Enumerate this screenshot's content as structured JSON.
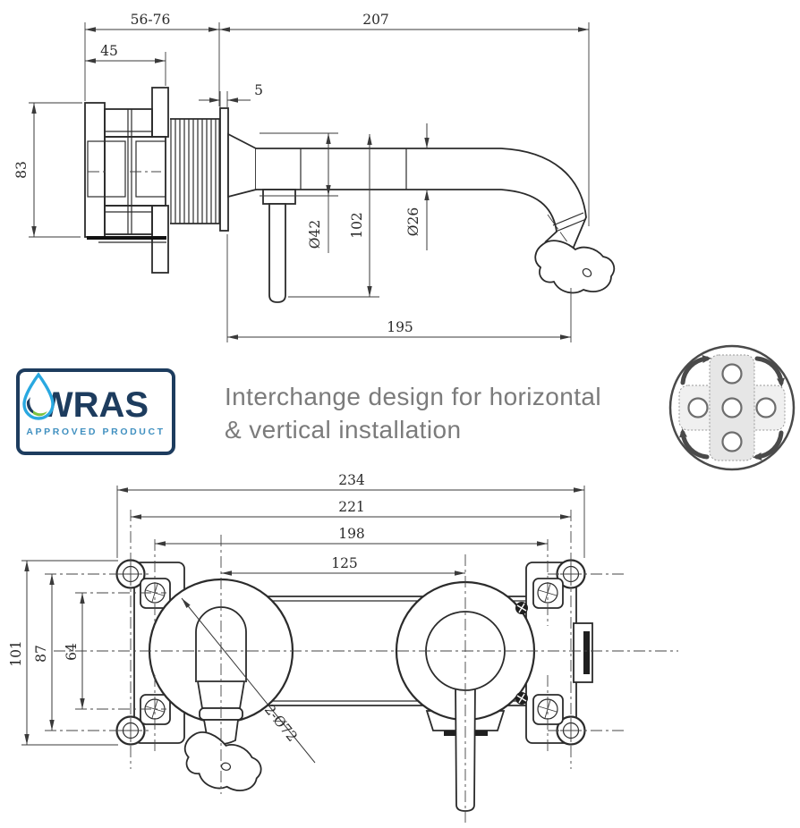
{
  "top_drawing": {
    "description": "wall-mounted basin mixer side elevation",
    "dims": {
      "body_depth": "56-76",
      "spout_projection_total": "207",
      "body_width": "45",
      "plate_thickness": "5",
      "body_height": "83",
      "escutcheon_diameter": "Ø42",
      "drop_height": "102",
      "spout_diameter": "Ø26",
      "spout_reach": "195"
    }
  },
  "badge": {
    "brand": "WRAS",
    "subtitle": "APPROVED PRODUCT"
  },
  "note": {
    "line1": "Interchange design for horizontal",
    "line2": "& vertical installation"
  },
  "bottom_drawing": {
    "description": "rough-in valve front elevation",
    "dims": {
      "overall_width": "234",
      "lug_span": "221",
      "screw_span": "198",
      "centre_span": "125",
      "overall_height": "101",
      "lug_height": "87",
      "screw_height": "64",
      "escutcheon_note": "2-Ø72"
    }
  },
  "colors": {
    "line": "#2b2b2b",
    "dimension": "#3a3a3a",
    "navy": "#1d3c5e",
    "badge_blue": "#4090c0",
    "drop_blue": "#29a8e0",
    "leaf_green": "#7cc242",
    "note_gray": "#7b7b7b",
    "icon_gray": "#4a4a4a"
  }
}
